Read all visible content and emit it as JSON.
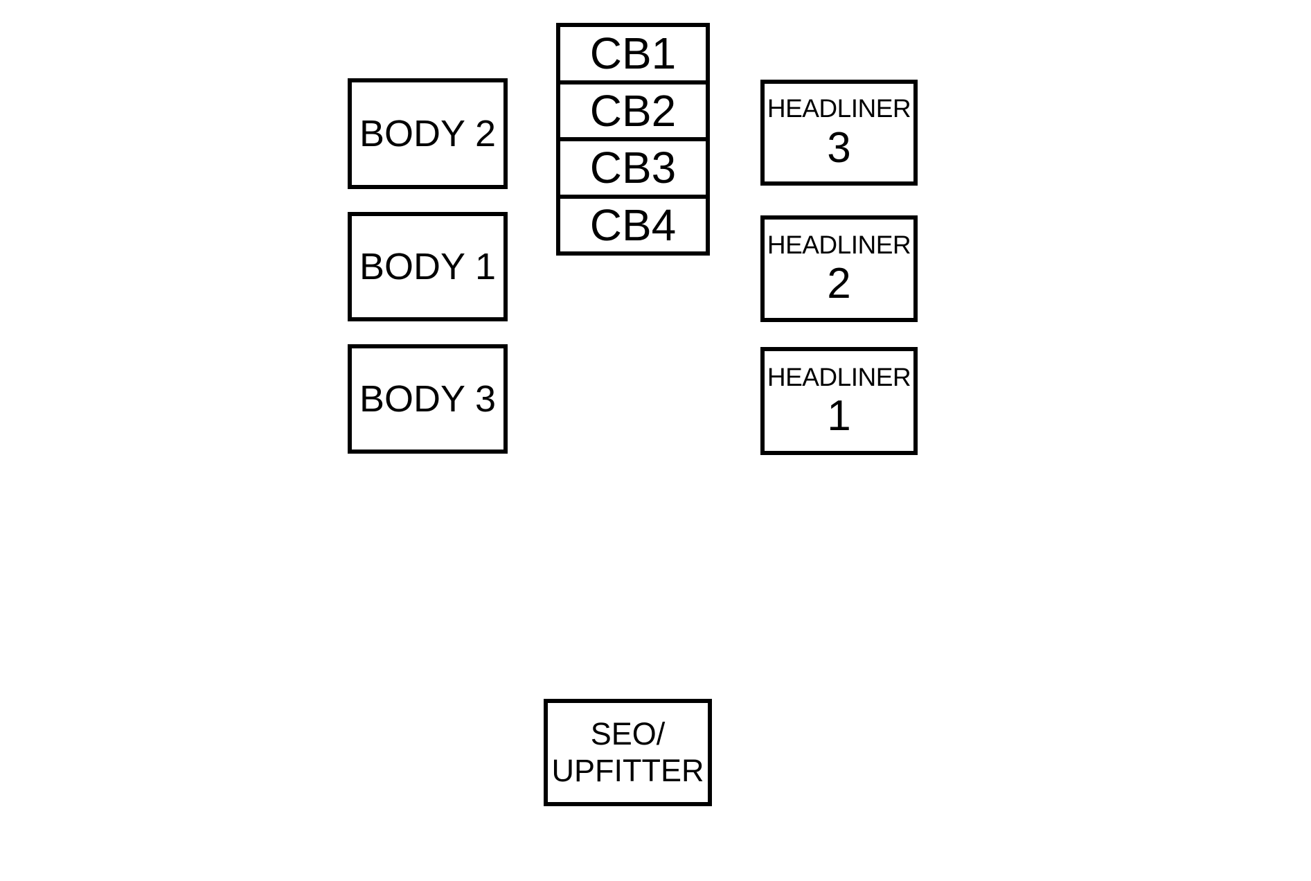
{
  "diagram": {
    "colors": {
      "background": "#ffffff",
      "line": "#000000",
      "text": "#000000"
    },
    "body_fuse_blocks": [
      {
        "label": "BODY 2"
      },
      {
        "label": "BODY 1"
      },
      {
        "label": "BODY 3"
      }
    ],
    "circuit_breakers": [
      {
        "label": "CB1"
      },
      {
        "label": "CB2"
      },
      {
        "label": "CB3"
      },
      {
        "label": "CB4"
      }
    ],
    "headliner_fuse_blocks": [
      {
        "name": "HEADLINER",
        "number": "3"
      },
      {
        "name": "HEADLINER",
        "number": "2"
      },
      {
        "name": "HEADLINER",
        "number": "1"
      }
    ],
    "seo_upfitter_block": {
      "line1": "SEO/",
      "line2": "UPFITTER"
    }
  }
}
